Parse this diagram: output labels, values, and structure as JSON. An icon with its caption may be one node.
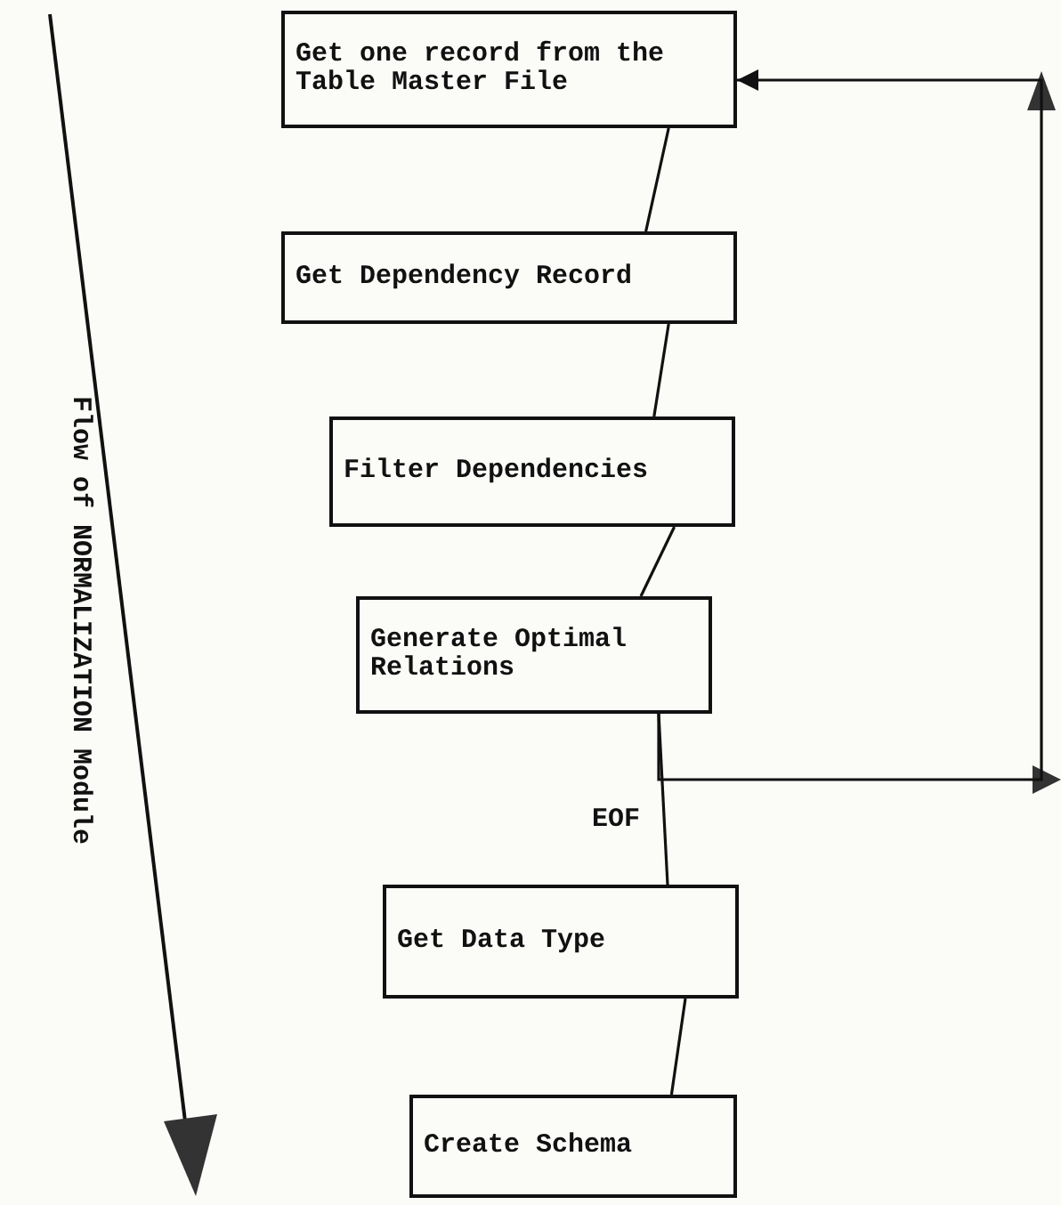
{
  "diagram": {
    "nodes": [
      {
        "text": [
          "Get one record from the Table Master File"
        ]
      },
      {
        "text": [
          "Get Dependency Record"
        ]
      },
      {
        "text": [
          "Filter Dependencies"
        ]
      },
      {
        "text": [
          "Generate Optimal Relations"
        ]
      },
      {
        "text": [
          "Get Data Type"
        ]
      },
      {
        "text": [
          "Create Schema"
        ]
      }
    ],
    "edges": [
      {
        "from": 0,
        "to": 1,
        "arrow": "none"
      },
      {
        "from": 1,
        "to": 2,
        "arrow": "none"
      },
      {
        "from": 2,
        "to": 3,
        "arrow": "none"
      },
      {
        "from": 3,
        "to": 4,
        "arrow": "none",
        "label": "EOF"
      },
      {
        "from": 4,
        "to": 5,
        "arrow": "none"
      },
      {
        "from": 3,
        "to": 0,
        "arrow": "to"
      }
    ],
    "labels": [
      "Flow of NORMALIZATION Module"
    ]
  }
}
